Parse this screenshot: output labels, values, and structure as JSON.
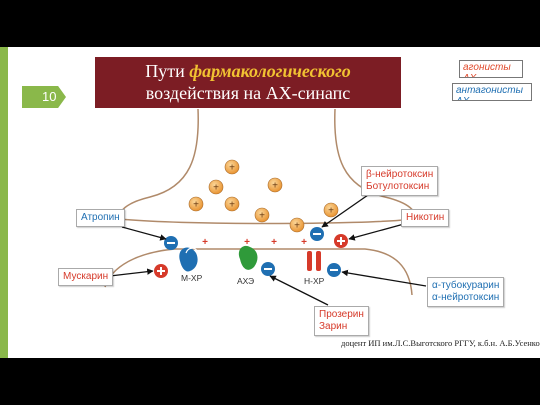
{
  "slide_number": "10",
  "title": {
    "line1_prefix": "Пути ",
    "line1_highlight": "фармакологического",
    "line2": "воздействия на АХ-синапс"
  },
  "legend": {
    "agonists": "агонисты АХ",
    "antagonists": "антагонисты АХ"
  },
  "labels": {
    "atropine": "Атропин",
    "muscarine": "Мускарин",
    "neurotoxin_1": "β-нейротоксин",
    "neurotoxin_2": "Ботулотоксин",
    "nicotine": "Никотин",
    "tubocurarine_1": "α-тубокурарин",
    "tubocurarine_2": "α-нейротоксин",
    "proserin_1": "Прозерин",
    "proserin_2": "Зарин"
  },
  "receptors": {
    "m": "М-ХР",
    "ache": "АХЭ",
    "n": "Н-ХР"
  },
  "footer": "доцент ИП им.Л.С.Выготского РГГУ, к.б.н. А.Б.Усенко",
  "colors": {
    "title_bg": "#7c1d24",
    "title_highlight": "#f1c232",
    "accent_green": "#8ab84a",
    "agonist_red": "#d63a2a",
    "antagonist_blue": "#1f6fb2",
    "vesicle": "#f2a84a",
    "ache_green": "#2f9a3a"
  }
}
